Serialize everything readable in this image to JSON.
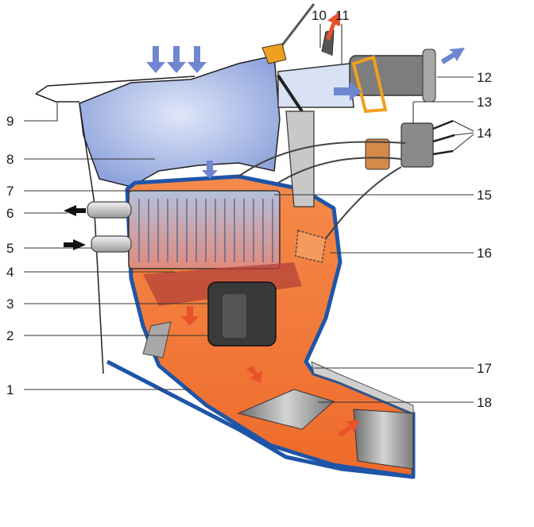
{
  "diagram": {
    "callouts": [
      {
        "id": "1",
        "label": "1"
      },
      {
        "id": "2",
        "label": "2"
      },
      {
        "id": "3",
        "label": "3"
      },
      {
        "id": "4",
        "label": "4"
      },
      {
        "id": "5",
        "label": "5"
      },
      {
        "id": "6",
        "label": "6"
      },
      {
        "id": "7",
        "label": "7"
      },
      {
        "id": "8",
        "label": "8"
      },
      {
        "id": "9",
        "label": "9"
      },
      {
        "id": "10",
        "label": "10"
      },
      {
        "id": "11",
        "label": "11"
      },
      {
        "id": "12",
        "label": "12"
      },
      {
        "id": "13",
        "label": "13"
      },
      {
        "id": "14",
        "label": "14"
      },
      {
        "id": "15",
        "label": "15"
      },
      {
        "id": "16",
        "label": "16"
      },
      {
        "id": "17",
        "label": "17"
      },
      {
        "id": "18",
        "label": "18"
      }
    ],
    "colors": {
      "cold_air": "#8ea3dc",
      "warm_air": "#f07a3c",
      "housing_outline": "#1f55a8",
      "radiator": "#9aa9c9",
      "arrow_cold": "#6f86d0",
      "arrow_hot": "#e8522a",
      "dark_parts": "#3a3a3a"
    }
  }
}
